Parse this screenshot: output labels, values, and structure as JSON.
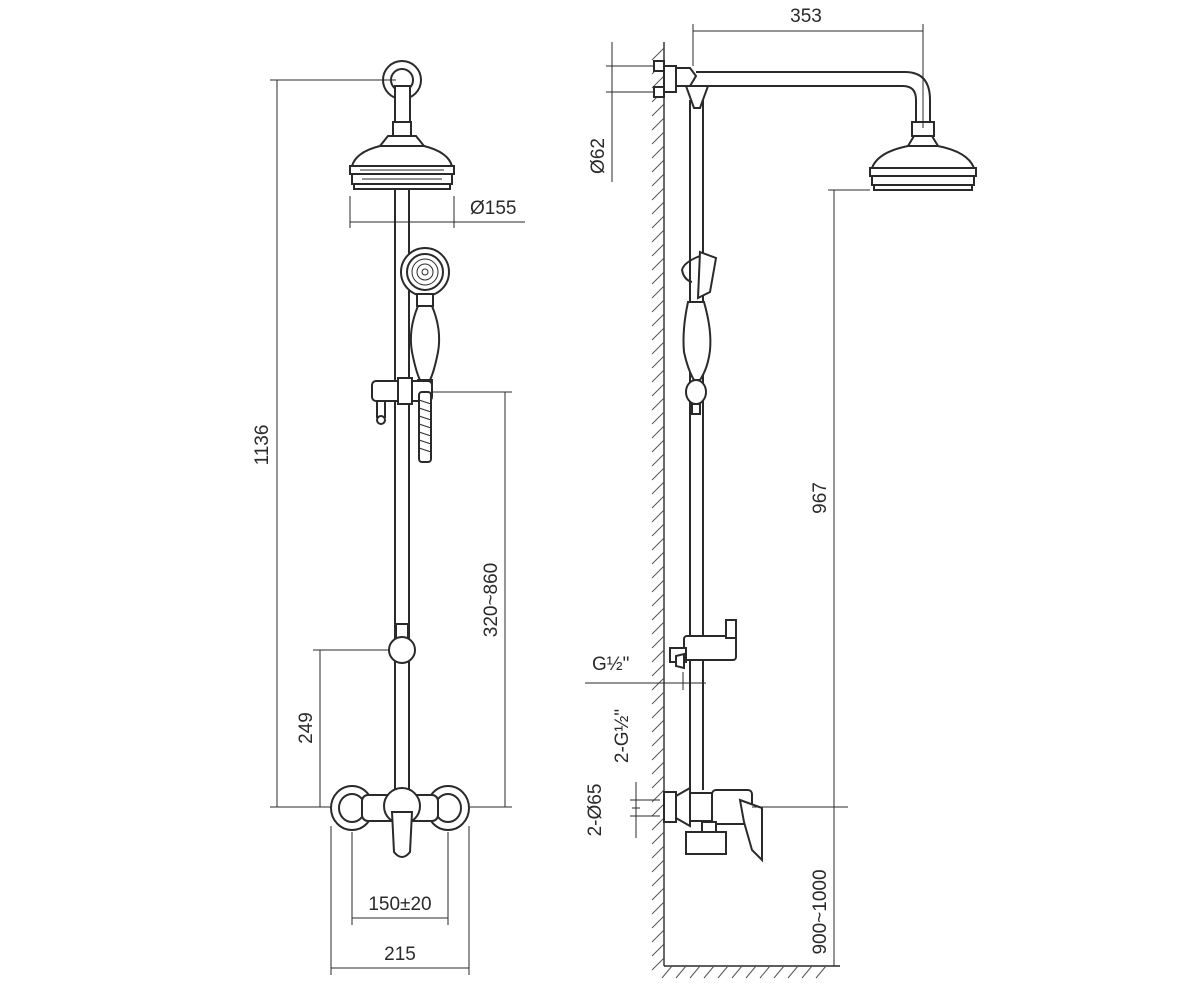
{
  "dimensions": {
    "overall_height": "1136",
    "head_diameter": "Ø155",
    "slider_range": "320~860",
    "mixer_to_holder": "249",
    "center_distance": "150±20",
    "mixer_width": "215",
    "arm_projection": "353",
    "wall_flange": "Ø62",
    "head_height": "967",
    "thread_single": "G½\"",
    "thread_double": "2-G½\"",
    "escutcheon": "2-Ø65",
    "install_height": "900~1000"
  },
  "colors": {
    "line": "#2a2a2a",
    "background": "#ffffff"
  }
}
